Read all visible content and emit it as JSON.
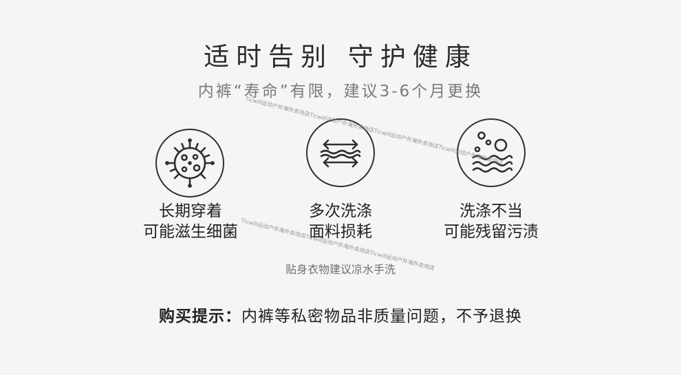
{
  "title": "适时告别 守护健康",
  "subtitle": "内裤“寿命”有限，建议3-6个月更换",
  "features": [
    {
      "icon": "bacteria-icon",
      "line1": "长期穿着",
      "line2": "可能滋生细菌"
    },
    {
      "icon": "fabric-wear-icon",
      "line1": "多次洗涤",
      "line2": "面料损耗"
    },
    {
      "icon": "water-stain-icon",
      "line1": "洗涤不当",
      "line2": "可能残留污渍"
    }
  ],
  "note": "贴身衣物建议凉水手洗",
  "purchase_tip": {
    "label": "购买提示：",
    "text": "内裤等私密物品非质量问题，不予退换"
  },
  "watermarks": [
    "Ticwill运动户外海外卖场店Ticwill运动户外海外卖场店Ticwill运动户外海外卖场店Ticwill运动户外海外卖场店",
    "Ticwill运动户外海外卖场店Ticwill运动户外海外卖场店Ticwill运动户外海外卖场店"
  ],
  "colors": {
    "background": "#f5f5f5",
    "text_primary": "#222222",
    "text_secondary": "#7a7a7a",
    "icon_stroke": "#2f2f2f"
  }
}
